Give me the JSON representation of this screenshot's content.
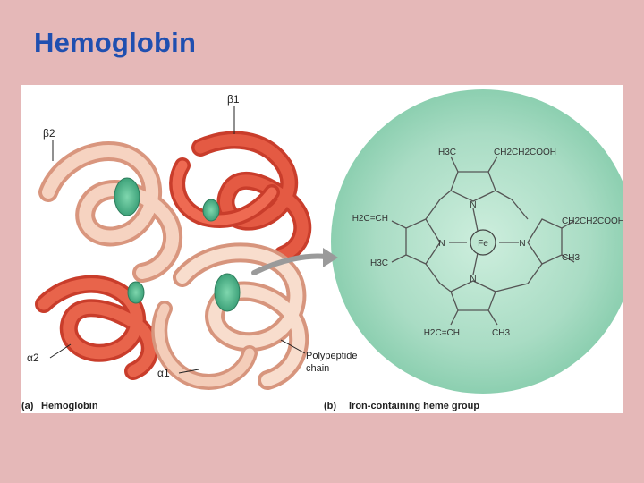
{
  "slide": {
    "title": "Hemoglobin"
  },
  "figure": {
    "panel_a": {
      "caption_prefix": "(a)",
      "caption": "Hemoglobin",
      "labels": {
        "beta1": "β1",
        "beta2": "β2",
        "alpha1": "α1",
        "alpha2": "α2",
        "polypeptide_line1": "Polypeptide",
        "polypeptide_line2": "chain"
      }
    },
    "panel_b": {
      "caption_prefix": "(b)",
      "caption": "Iron-containing heme group",
      "groups": {
        "top_left": "H3C",
        "top_right": "CH2CH2COOH",
        "left": "H2C=CH",
        "right": "CH2CH2COOH",
        "left_lower": "H3C",
        "right_lower": "CH3",
        "bottom_left": "H2C=CH",
        "bottom_right": "CH3",
        "n_top": "N",
        "n_left": "N",
        "n_right": "N",
        "n_bottom": "N",
        "iron": "Fe"
      }
    }
  },
  "colors": {
    "background": "#e5b8b8",
    "title": "#1f4fb0",
    "beta_chain": "#e0533d",
    "alpha_chain": "#f2c6b2",
    "heme_disc": "#5dbf96",
    "heme_circle": "#a7dcc3"
  }
}
